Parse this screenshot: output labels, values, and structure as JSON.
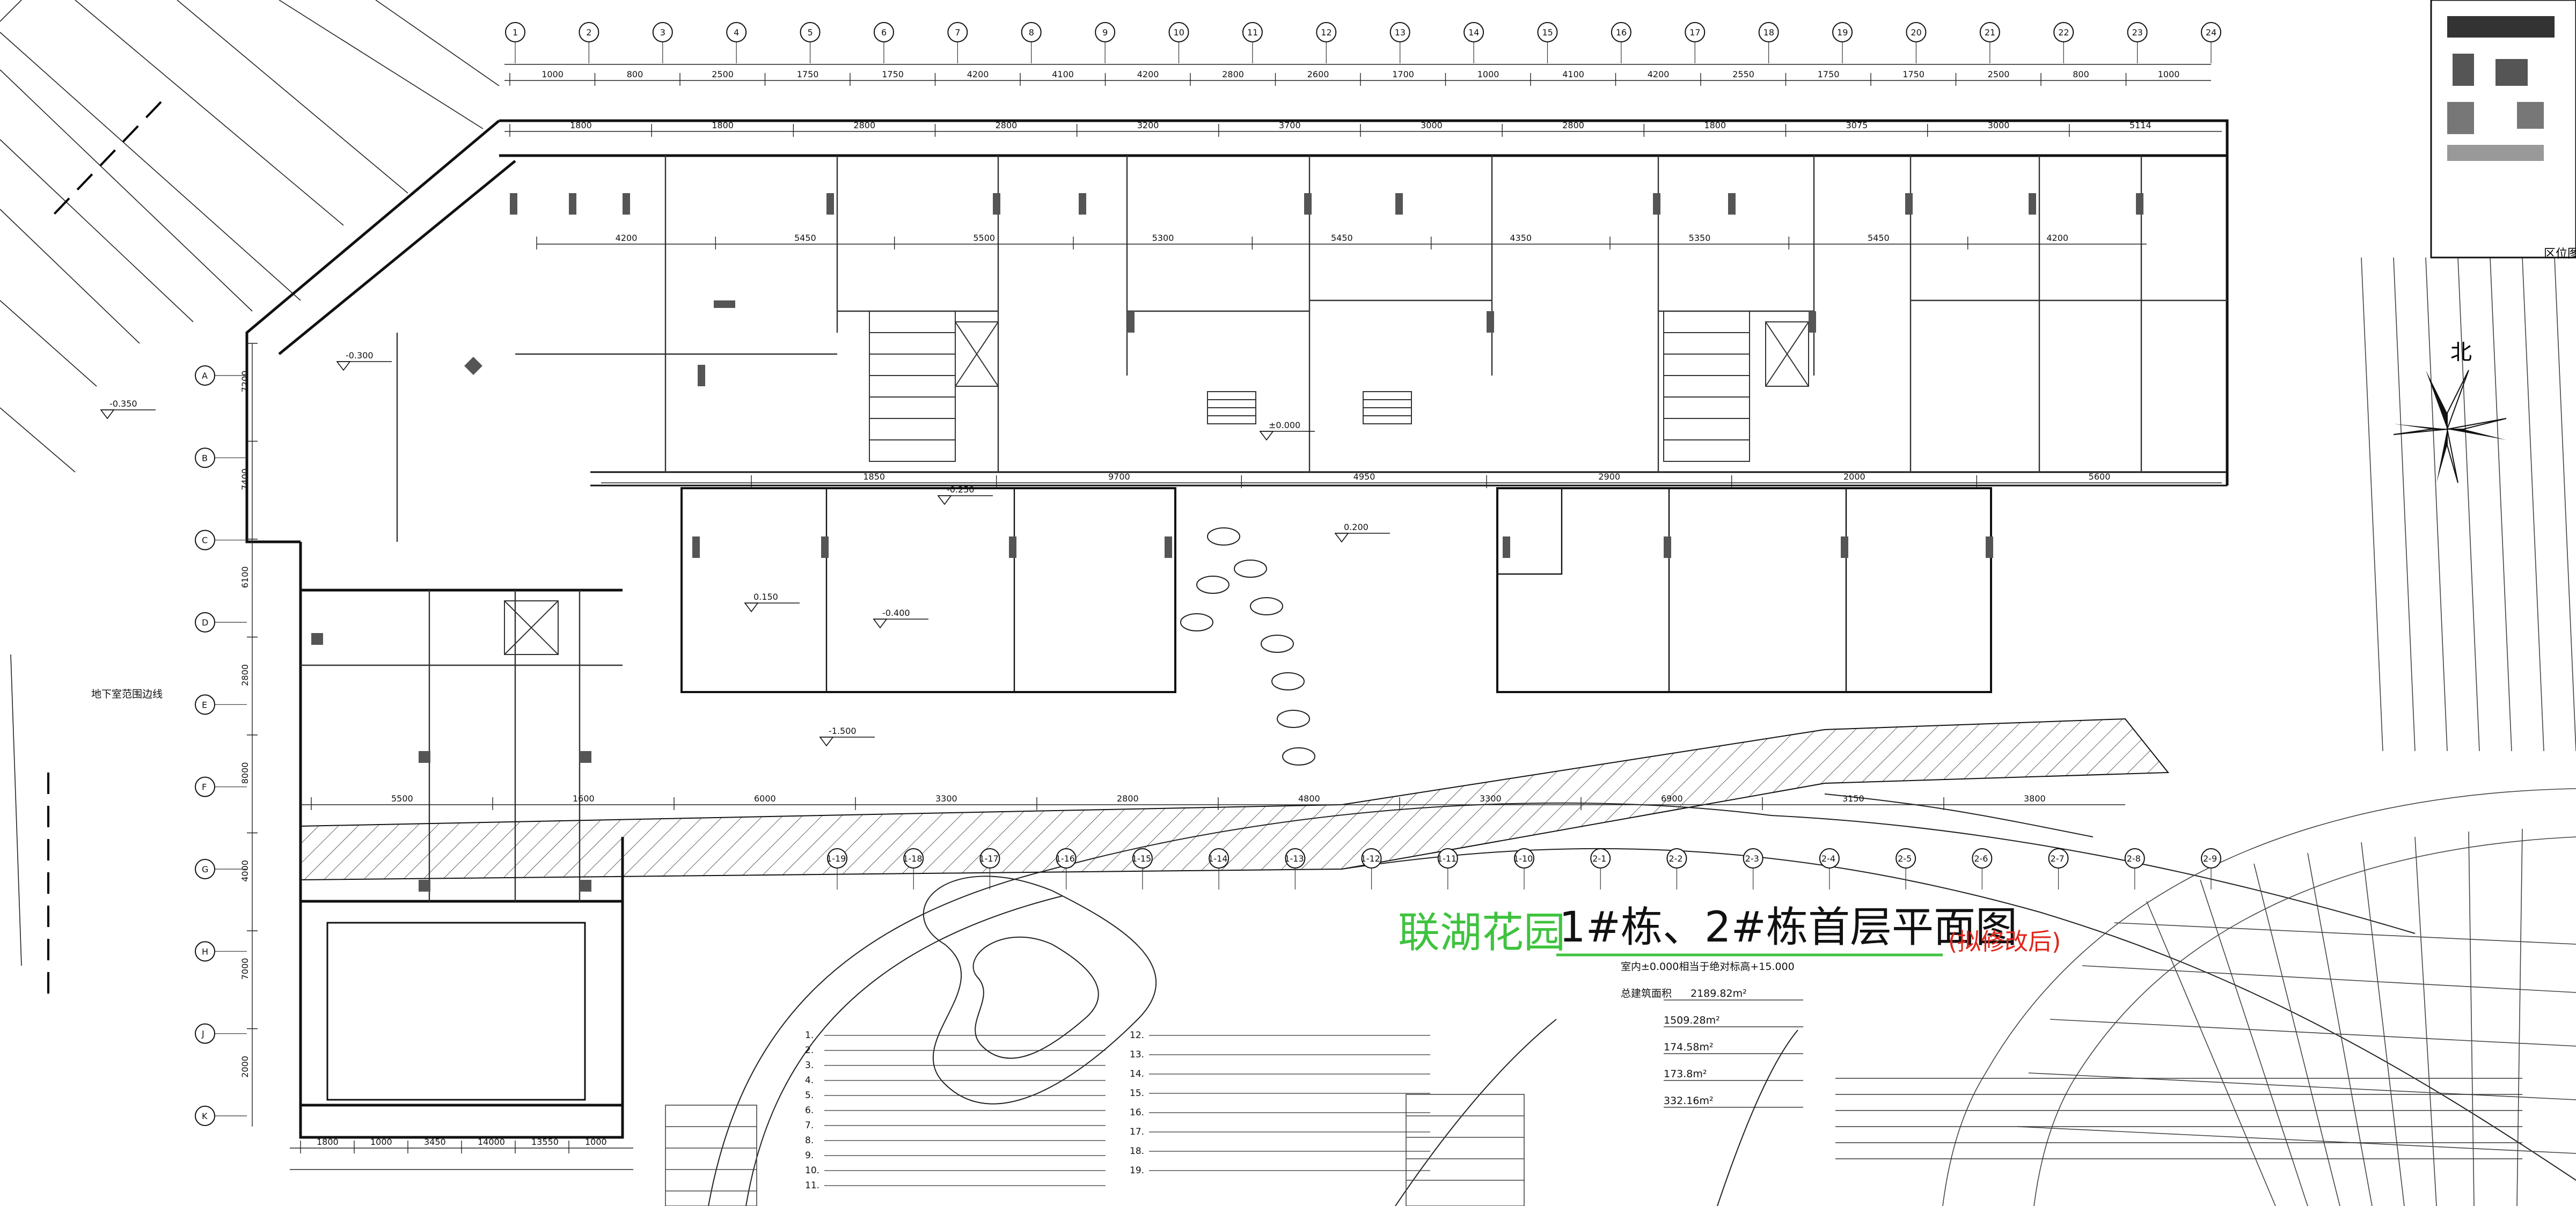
{
  "title": {
    "part1": "联湖花园",
    "part2": "1#栋、2#栋首层平面图",
    "part3": "(拟修改后)"
  },
  "stats": [
    {
      "label": "室内±0.000相当于绝对标高+15.000",
      "value": ""
    },
    {
      "label": "总建筑面积",
      "value": "2189.82m²"
    },
    {
      "label": "",
      "value": "1509.28m²"
    },
    {
      "label": "",
      "value": "174.58m²"
    },
    {
      "label": "",
      "value": "173.8m²"
    },
    {
      "label": "",
      "value": "332.16m²"
    }
  ],
  "notes_left": [
    "1.",
    "2.",
    "3.",
    "4.",
    "5.",
    "6.",
    "7.",
    "8.",
    "9.",
    "10.",
    "11."
  ],
  "notes_mid": [
    "12.",
    "13.",
    "14.",
    "15.",
    "16.",
    "17.",
    "18.",
    "19."
  ],
  "labels": {
    "north": "北",
    "site_plan": "区位图",
    "basement_line": "地下室范围边线"
  },
  "top_dims": [
    "1000",
    "800",
    "2500",
    "1750",
    "1750",
    "4200",
    "4100",
    "4200",
    "2800",
    "2600",
    "1700",
    "1000",
    "4100",
    "4200",
    "2550",
    "1750",
    "1750",
    "2500",
    "800",
    "1000"
  ],
  "row2_dims": [
    "1800",
    "1800",
    "2800",
    "2800",
    "3200",
    "3700",
    "3000",
    "2800",
    "1800",
    "3075",
    "3000",
    "5114"
  ],
  "mid_dims": [
    "4200",
    "5450",
    "5500",
    "5300",
    "5450",
    "4350",
    "5350",
    "5450",
    "4200"
  ],
  "corridor_dims": [
    "1850",
    "9700",
    "4950",
    "2900",
    "2000",
    "5600"
  ],
  "lower_dims": [
    "5500",
    "1600",
    "6000",
    "3300",
    "2800",
    "4800",
    "3300",
    "6900",
    "3150",
    "3800"
  ],
  "side_dims": [
    "7200",
    "7400",
    "6100",
    "2800",
    "8000",
    "4000",
    "7000",
    "2000"
  ],
  "bottom_dims": [
    "1800",
    "1000",
    "3450",
    "14000",
    "13550",
    "1000"
  ],
  "elevations": [
    "-0.300",
    "-0.350",
    "-1.500",
    "±0.000",
    "-0.250",
    "0.150",
    "0.200",
    "-0.400"
  ],
  "axes_top": [
    "1",
    "2",
    "3",
    "4",
    "5",
    "6",
    "7",
    "8",
    "9",
    "10",
    "11",
    "12",
    "13",
    "14",
    "15",
    "16",
    "17",
    "18",
    "19",
    "20",
    "21",
    "22",
    "23",
    "24"
  ],
  "axes_bottom": [
    "1-19",
    "1-18",
    "1-17",
    "1-16",
    "1-15",
    "1-14",
    "1-13",
    "1-12",
    "1-11",
    "1-10",
    "2-1",
    "2-2",
    "2-3",
    "2-4",
    "2-5",
    "2-6",
    "2-7",
    "2-8",
    "2-9"
  ],
  "axes_left": [
    "A",
    "B",
    "C",
    "D",
    "E",
    "F",
    "G",
    "H",
    "J",
    "K"
  ]
}
